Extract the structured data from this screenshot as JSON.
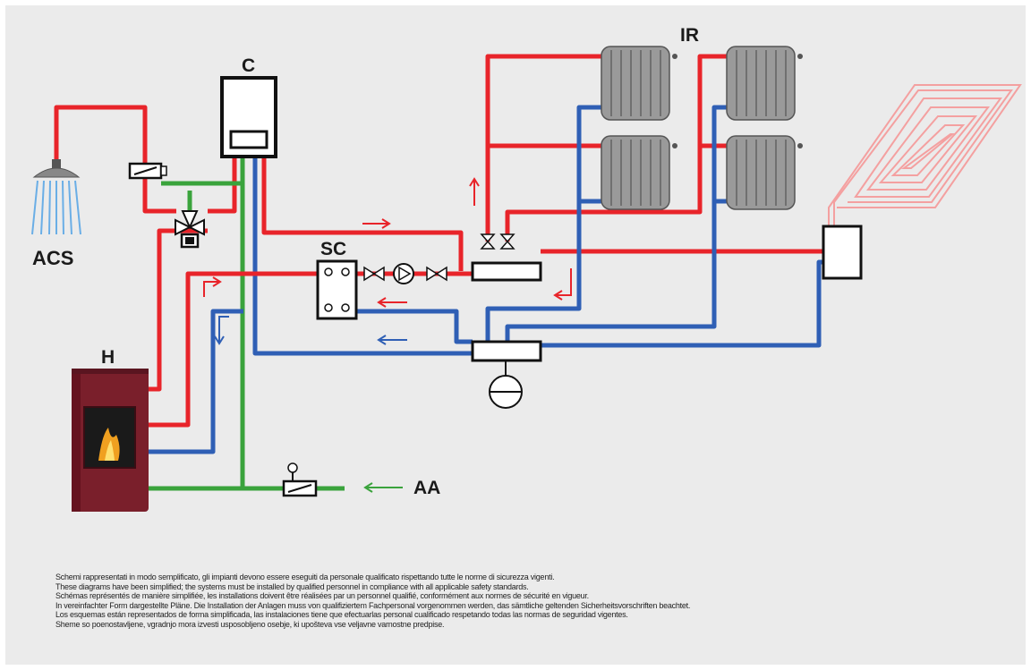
{
  "labels": {
    "boiler": "C",
    "radiators": "IR",
    "hot_water": "ACS",
    "heat_exchanger": "SC",
    "stove": "H",
    "cold_water_inlet": "AA"
  },
  "colors": {
    "background": "#ebebeb",
    "hot_pipe": "#e8242a",
    "cold_pipe": "#2f5fb5",
    "water_pipe": "#3aa33c",
    "stove_body": "#7a1f2b",
    "radiator": "#9a9a9a",
    "floor_heating_coil": "#f4a0a0"
  },
  "disclaimer": [
    "Schemi rappresentati in modo semplificato, gli impianti devono essere eseguiti da personale qualificato rispettando tutte le norme di sicurezza vigenti.",
    "These diagrams have been simplified; the systems must be installed by qualified personnel in compliance with all applicable safety standards.",
    "Schémas représentés de manière simplifiée, les installations doivent être réalisées par un personnel qualifié, conformément aux normes de sécurité en vigueur.",
    "In vereinfachter Form dargestellte Pläne. Die Installation der Anlagen muss von qualifiziertem Fachpersonal vorgenommen werden, das sämtliche geltenden Sicherheitsvorschriften beachtet.",
    "Los esquemas están representados de forma simplificada, las instalaciones tiene que efectuarlas personal cualificado respetando todas las normas de seguridad vigentes.",
    "Sheme so poenostavljene, vgradnjo mora izvesti usposobljeno osebje, ki upošteva vse veljavne varnostne predpise."
  ]
}
